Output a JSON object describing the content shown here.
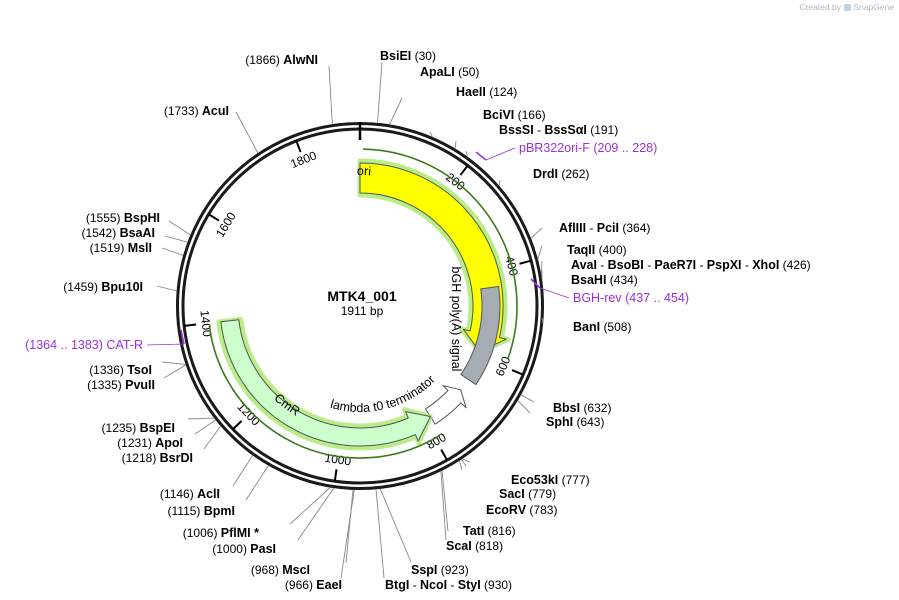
{
  "credit": {
    "prefix": "Created by",
    "brand": "SnapGene"
  },
  "plasmid": {
    "name": "MTK4_001",
    "size": "1911 bp",
    "length": 1911
  },
  "ticks": [
    200,
    400,
    600,
    800,
    1000,
    1200,
    1400,
    1600,
    1800
  ],
  "features": [
    {
      "id": "ori",
      "label": "ori",
      "start": 1,
      "end": 589,
      "color": "#ffff00",
      "direction": 1
    },
    {
      "id": "bgh",
      "label": "bGH poly(A) signal",
      "start": 436,
      "end": 660,
      "color": "#a6acb3",
      "direction": -1
    },
    {
      "id": "lambda",
      "label": "lambda t0 terminator",
      "start": 690,
      "end": 784,
      "color": "#ffffff",
      "direction": -1
    },
    {
      "id": "cmr",
      "label": "CmR",
      "start": 784,
      "end": 1400,
      "color": "#ccffcc",
      "direction": -1
    }
  ],
  "primers": [
    {
      "name": "pBR322ori-F",
      "range": "(209 .. 228)"
    },
    {
      "name": "BGH-rev",
      "range": "(437 .. 454)"
    },
    {
      "name": "CAT-R",
      "range": "(1364 .. 1383)"
    }
  ],
  "enzymes": [
    {
      "names": [
        "BsiEI"
      ],
      "pos": "(30)"
    },
    {
      "names": [
        "ApaLI"
      ],
      "pos": "(50)"
    },
    {
      "names": [
        "HaeII"
      ],
      "pos": "(124)"
    },
    {
      "names": [
        "BciVI"
      ],
      "pos": "(166)"
    },
    {
      "names": [
        "BssSI",
        "BssSαI"
      ],
      "pos": "(191)"
    },
    {
      "names": [
        "DrdI"
      ],
      "pos": "(262)"
    },
    {
      "names": [
        "AflIII",
        "PciI"
      ],
      "pos": "(364)"
    },
    {
      "names": [
        "TaqII"
      ],
      "pos": "(400)"
    },
    {
      "names": [
        "AvaI",
        "BsoBI",
        "PaeR7I",
        "PspXI",
        "XhoI"
      ],
      "pos": "(426)"
    },
    {
      "names": [
        "BsaHI"
      ],
      "pos": "(434)"
    },
    {
      "names": [
        "BanI"
      ],
      "pos": "(508)"
    },
    {
      "names": [
        "BbsI"
      ],
      "pos": "(632)"
    },
    {
      "names": [
        "SphI"
      ],
      "pos": "(643)"
    },
    {
      "names": [
        "Eco53kI"
      ],
      "pos": "(777)"
    },
    {
      "names": [
        "SacI"
      ],
      "pos": "(779)"
    },
    {
      "names": [
        "EcoRV"
      ],
      "pos": "(783)"
    },
    {
      "names": [
        "TatI"
      ],
      "pos": "(816)"
    },
    {
      "names": [
        "ScaI"
      ],
      "pos": "(818)"
    },
    {
      "names": [
        "SspI"
      ],
      "pos": "(923)"
    },
    {
      "names": [
        "BtgI",
        "NcoI",
        "StyI"
      ],
      "pos": "(930)"
    },
    {
      "names": [
        "MscI"
      ],
      "pos": "(968)"
    },
    {
      "names": [
        "EaeI"
      ],
      "pos": "(966)"
    },
    {
      "names": [
        "PasI"
      ],
      "pos": "(1000)"
    },
    {
      "names": [
        "PflMI *"
      ],
      "pos": "(1006)"
    },
    {
      "names": [
        "BpmI"
      ],
      "pos": "(1115)"
    },
    {
      "names": [
        "AclI"
      ],
      "pos": "(1146)"
    },
    {
      "names": [
        "BsrDI"
      ],
      "pos": "(1218)"
    },
    {
      "names": [
        "ApoI"
      ],
      "pos": "(1231)"
    },
    {
      "names": [
        "BspEI"
      ],
      "pos": "(1235)"
    },
    {
      "names": [
        "PvuII"
      ],
      "pos": "(1335)"
    },
    {
      "names": [
        "TsoI"
      ],
      "pos": "(1336)"
    },
    {
      "names": [
        "Bpu10I"
      ],
      "pos": "(1459)"
    },
    {
      "names": [
        "MslI"
      ],
      "pos": "(1519)"
    },
    {
      "names": [
        "BsaAI"
      ],
      "pos": "(1542)"
    },
    {
      "names": [
        "BspHI"
      ],
      "pos": "(1555)"
    },
    {
      "names": [
        "AcuI"
      ],
      "pos": "(1733)"
    },
    {
      "names": [
        "AlwNI"
      ],
      "pos": "(1866)"
    }
  ]
}
